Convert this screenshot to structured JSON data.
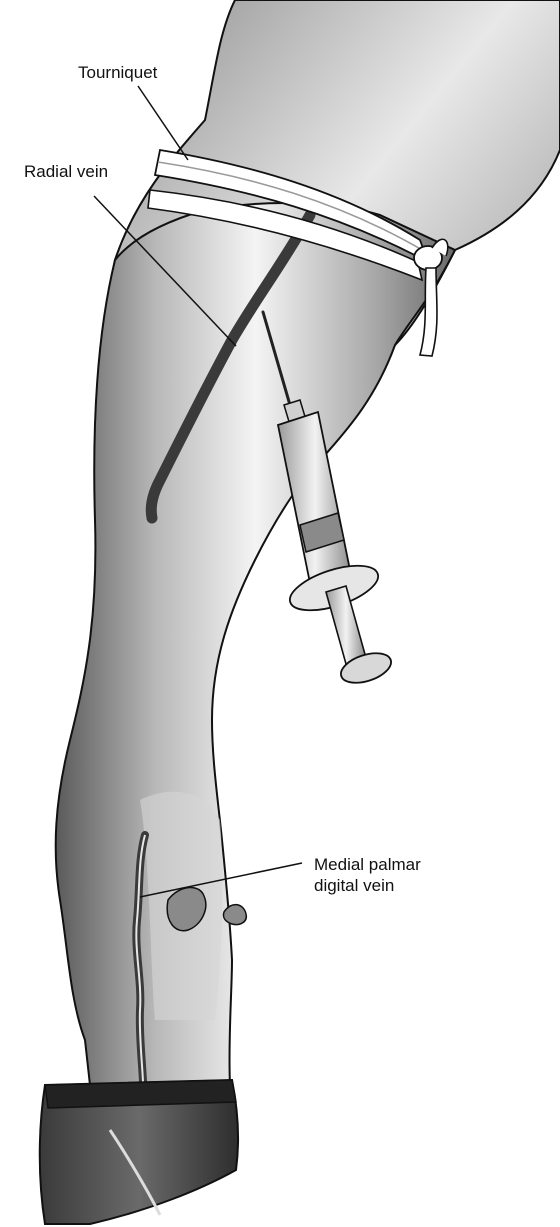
{
  "labels": {
    "tourniquet": "Tourniquet",
    "radial_vein": "Radial vein",
    "medial_palmar_line1": "Medial palmar",
    "medial_palmar_line2": "digital vein"
  },
  "colors": {
    "background": "#ffffff",
    "outline": "#111111",
    "vein": "#3a3a3a",
    "leg_light": "#f2f2f2",
    "leg_dark": "#6e6e6e",
    "hoof": "#4a4a4a"
  }
}
